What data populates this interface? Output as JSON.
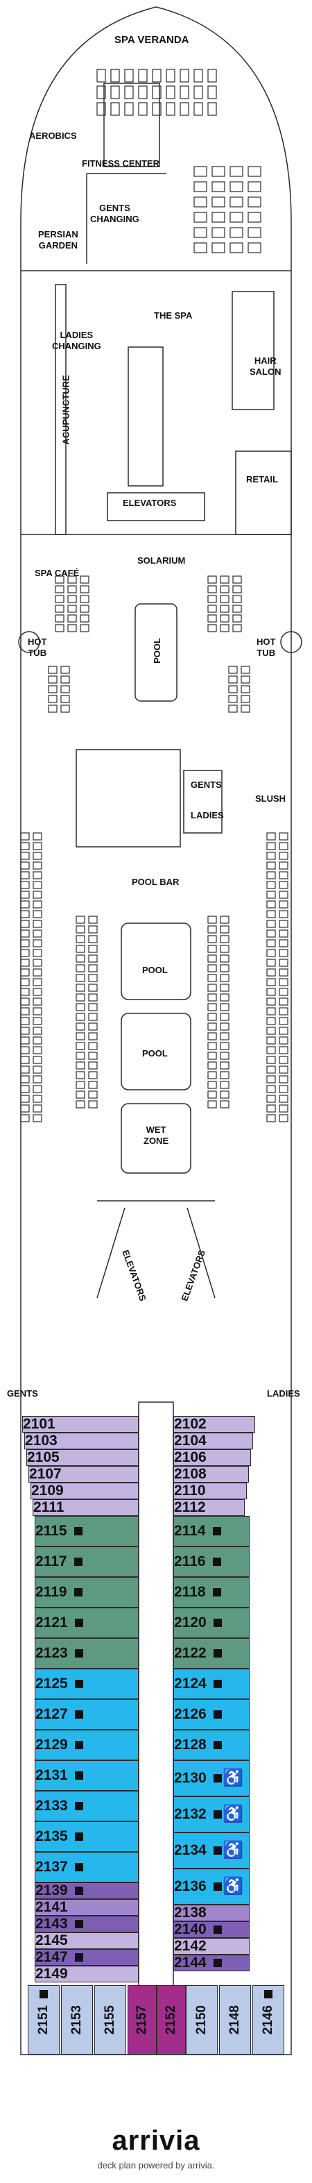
{
  "colors": {
    "purple_light": "#c3b4e0",
    "purple_mid": "#a186cc",
    "purple_dark": "#7f5fb3",
    "green": "#5e9a82",
    "blue": "#26b8ec",
    "blue_light": "#b9cbe8",
    "magenta": "#a22d8a",
    "line": "#2b2b2b"
  },
  "labels": {
    "spa_veranda": "SPA VERANDA",
    "aerobics": "AEROBICS",
    "fitness_center": "FITNESS CENTER",
    "gents_changing_1": "GENTS",
    "gents_changing_2": "CHANGING",
    "persian_garden_1": "PERSIAN",
    "persian_garden_2": "GARDEN",
    "the_spa": "THE SPA",
    "ladies_changing_1": "LADIES",
    "ladies_changing_2": "CHANGING",
    "hair_salon_1": "HAIR",
    "hair_salon_2": "SALON",
    "acupuncture": "ACUPUNCTURE",
    "elevators_top": "ELEVATORS",
    "retail": "RETAIL",
    "spa_cafe": "SPA CAFÉ",
    "solarium": "SOLARIUM",
    "hot_tub_1": "HOT",
    "hot_tub_2": "TUB",
    "pool_vertical": "POOL",
    "gents": "GENTS",
    "ladies": "LADIES",
    "slush": "SLUSH",
    "pool_bar": "POOL BAR",
    "pool": "POOL",
    "wet_zone_1": "WET",
    "wet_zone_2": "ZONE",
    "elevators": "ELEVATORS",
    "gents_lower": "GENTS",
    "ladies_lower": "LADIES"
  },
  "cabins_left": [
    {
      "num": "2101",
      "c": "purple_light",
      "m": false
    },
    {
      "num": "2103",
      "c": "purple_light",
      "m": false
    },
    {
      "num": "2105",
      "c": "purple_light",
      "m": false
    },
    {
      "num": "2107",
      "c": "purple_light",
      "m": false
    },
    {
      "num": "2109",
      "c": "purple_light",
      "m": false
    },
    {
      "num": "2111",
      "c": "purple_light",
      "m": false
    },
    {
      "num": "2115",
      "c": "green",
      "m": true
    },
    {
      "num": "2117",
      "c": "green",
      "m": true
    },
    {
      "num": "2119",
      "c": "green",
      "m": true
    },
    {
      "num": "2121",
      "c": "green",
      "m": true
    },
    {
      "num": "2123",
      "c": "green",
      "m": true
    },
    {
      "num": "2125",
      "c": "blue",
      "m": true
    },
    {
      "num": "2127",
      "c": "blue",
      "m": true
    },
    {
      "num": "2129",
      "c": "blue",
      "m": true
    },
    {
      "num": "2131",
      "c": "blue",
      "m": true
    },
    {
      "num": "2133",
      "c": "blue",
      "m": true
    },
    {
      "num": "2135",
      "c": "blue",
      "m": true
    },
    {
      "num": "2137",
      "c": "blue",
      "m": true
    },
    {
      "num": "2139",
      "c": "purple_dark",
      "m": true
    },
    {
      "num": "2141",
      "c": "purple_mid",
      "m": false
    },
    {
      "num": "2143",
      "c": "purple_dark",
      "m": true
    },
    {
      "num": "2145",
      "c": "purple_light",
      "m": false
    },
    {
      "num": "2147",
      "c": "purple_dark",
      "m": true
    },
    {
      "num": "2149",
      "c": "purple_light",
      "m": false
    }
  ],
  "cabins_right": [
    {
      "num": "2102",
      "c": "purple_light",
      "m": false
    },
    {
      "num": "2104",
      "c": "purple_light",
      "m": false
    },
    {
      "num": "2106",
      "c": "purple_light",
      "m": false
    },
    {
      "num": "2108",
      "c": "purple_light",
      "m": false
    },
    {
      "num": "2110",
      "c": "purple_light",
      "m": false
    },
    {
      "num": "2112",
      "c": "purple_light",
      "m": false
    },
    {
      "num": "2114",
      "c": "green",
      "m": true
    },
    {
      "num": "2116",
      "c": "green",
      "m": true
    },
    {
      "num": "2118",
      "c": "green",
      "m": true
    },
    {
      "num": "2120",
      "c": "green",
      "m": true
    },
    {
      "num": "2122",
      "c": "green",
      "m": true
    },
    {
      "num": "2124",
      "c": "blue",
      "m": true
    },
    {
      "num": "2126",
      "c": "blue",
      "m": true
    },
    {
      "num": "2128",
      "c": "blue",
      "m": true
    },
    {
      "num": "2130",
      "c": "blue",
      "m": true,
      "a": true
    },
    {
      "num": "2132",
      "c": "blue",
      "m": true,
      "a": true
    },
    {
      "num": "2134",
      "c": "blue",
      "m": true,
      "a": true
    },
    {
      "num": "2136",
      "c": "blue",
      "m": true,
      "a": true
    },
    {
      "num": "2138",
      "c": "purple_mid",
      "m": false
    },
    {
      "num": "2140",
      "c": "purple_dark",
      "m": true
    },
    {
      "num": "2142",
      "c": "purple_light",
      "m": false
    },
    {
      "num": "2144",
      "c": "purple_dark",
      "m": true
    }
  ],
  "aft_cabins": [
    {
      "num": "2151",
      "c": "blue_light",
      "m": true
    },
    {
      "num": "2153",
      "c": "blue_light",
      "m": false
    },
    {
      "num": "2155",
      "c": "blue_light",
      "m": false
    },
    {
      "num": "2157",
      "c": "magenta",
      "m": false
    },
    {
      "num": "2152",
      "c": "magenta",
      "m": false
    },
    {
      "num": "2150",
      "c": "blue_light",
      "m": false
    },
    {
      "num": "2148",
      "c": "blue_light",
      "m": false
    },
    {
      "num": "2146",
      "c": "blue_light",
      "m": true
    }
  ],
  "accessible_symbol": "♿",
  "brand": "arrivia",
  "brand_sub": "deck plan powered by arrivia."
}
